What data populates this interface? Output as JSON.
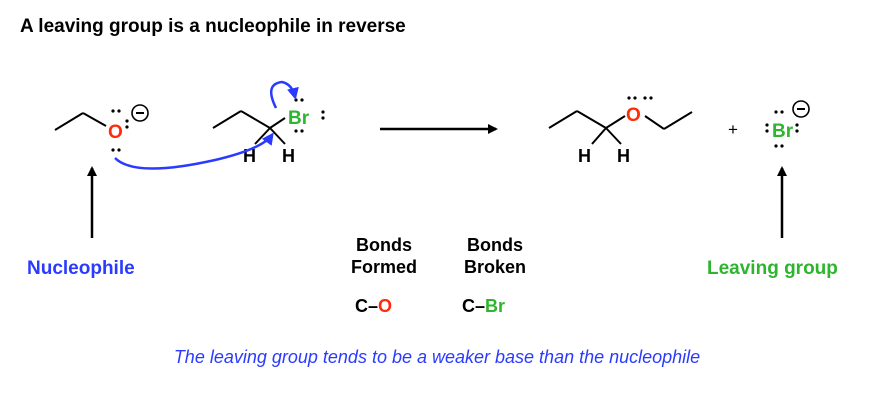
{
  "title": "A leaving group is a nucleophile in reverse",
  "labels": {
    "nucleophile": "Nucleophile",
    "leaving_group": "Leaving group"
  },
  "bonds_formed": {
    "line1": "Bonds",
    "line2": "Formed",
    "first_atom": "C",
    "dash": "–",
    "second_atom": "O"
  },
  "bonds_broken": {
    "line1": "Bonds",
    "line2": "Broken",
    "first_atom": "C",
    "dash": "–",
    "second_atom": "Br"
  },
  "footnote": "The leaving group tends to be a weaker base than the nucleophile",
  "atoms": {
    "oxygen": "O",
    "bromine": "Br",
    "hydrogen": "H",
    "negative_charge": "−",
    "plus": "+"
  },
  "colors": {
    "nucleophile_blue": "#2a3bff",
    "oxygen_red": "#ff2a0a",
    "bromine_green": "#2db52d",
    "footnote_blue": "#2a3bff"
  }
}
